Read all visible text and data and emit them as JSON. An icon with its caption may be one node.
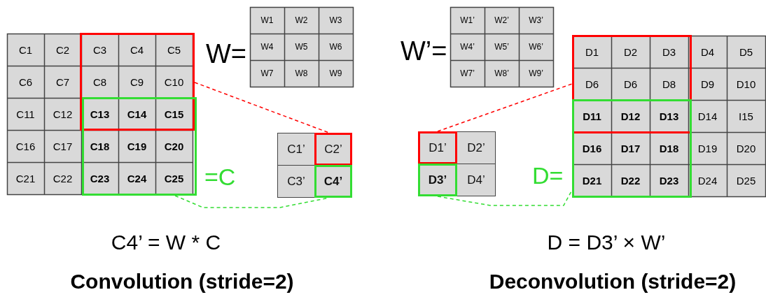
{
  "diagram": {
    "nodes": [
      {
        "text": [],
        "shape": "box"
      },
      {
        "text": [],
        "shape": "box"
      },
      {
        "text": [
          "C1’"
        ]
      },
      {
        "text": [
          "C2’"
        ]
      },
      {
        "text": [
          "C3’"
        ]
      },
      {
        "text": [
          "C4’"
        ]
      },
      {
        "text": [
          "D1’"
        ]
      },
      {
        "text": [
          "D2’"
        ]
      },
      {
        "text": [
          "D3’"
        ]
      },
      {
        "text": [
          "D4’"
        ]
      },
      {
        "text": [],
        "shape": "box"
      },
      {
        "text": [],
        "shape": "box"
      }
    ],
    "edges": [
      {
        "from": 0,
        "to": 3,
        "arrow": "none",
        "style": "dashed",
        "color": "#ff0000"
      },
      {
        "from": 1,
        "to": 5,
        "arrow": "none",
        "style": "dashed",
        "color": "#33dd33"
      },
      {
        "from": 6,
        "to": 10,
        "arrow": "none",
        "style": "dashed",
        "color": "#ff0000"
      },
      {
        "from": 8,
        "to": 11,
        "arrow": "none",
        "style": "dashed",
        "color": "#33dd33"
      }
    ],
    "labels": [
      "W1",
      "W2",
      "W3",
      "W4",
      "W5",
      "W6",
      "W7",
      "W8",
      "W9",
      "W=",
      "C1",
      "C2",
      "C3",
      "C4",
      "C5",
      "C6",
      "C7",
      "C8",
      "C9",
      "C10",
      "C11",
      "C12",
      "C13",
      "C14",
      "C15",
      "C16",
      "C17",
      "C18",
      "C19",
      "C20",
      "C21",
      "C22",
      "C23",
      "C24",
      "C25",
      "=C",
      "C4’ = W * C",
      "Convolution (stride=2)",
      "W’=",
      "W1’",
      "W2’",
      "W3’",
      "W4’",
      "W5’",
      "W6’",
      "W7’",
      "W8’",
      "W9’",
      "D1",
      "D2",
      "D3",
      "D4",
      "D5",
      "D6",
      "D6",
      "D8",
      "D9",
      "D10",
      "D11",
      "D12",
      "D13",
      "D14",
      "I15",
      "D16",
      "D17",
      "D18",
      "D19",
      "D20",
      "D21",
      "D22",
      "D23",
      "D24",
      "D25",
      "D=",
      "D = D3’ × W’",
      "Deconvolution (stride=2)"
    ]
  }
}
